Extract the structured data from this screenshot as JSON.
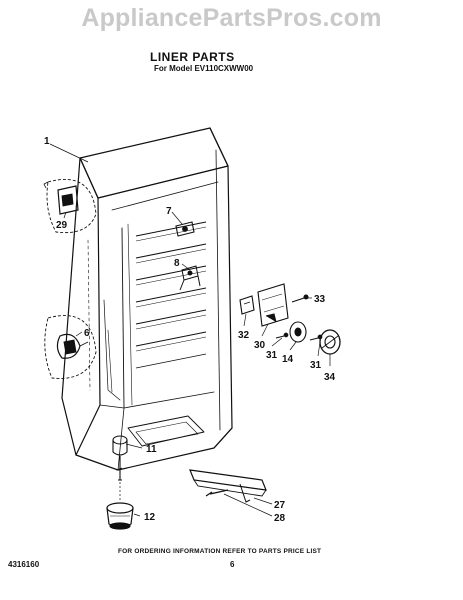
{
  "watermark": "AppliancePartsPros.com",
  "header": {
    "title": "LINER PARTS",
    "model_line": "For Model EV110CXWW00"
  },
  "callouts": [
    {
      "id": "c1",
      "label": "1"
    },
    {
      "id": "c29",
      "label": "29"
    },
    {
      "id": "c7",
      "label": "7"
    },
    {
      "id": "c8",
      "label": "8"
    },
    {
      "id": "c6",
      "label": "6"
    },
    {
      "id": "c33",
      "label": "33"
    },
    {
      "id": "c32",
      "label": "32"
    },
    {
      "id": "c30",
      "label": "30"
    },
    {
      "id": "c31a",
      "label": "31"
    },
    {
      "id": "c14",
      "label": "14"
    },
    {
      "id": "c31b",
      "label": "31"
    },
    {
      "id": "c34",
      "label": "34"
    },
    {
      "id": "c11",
      "label": "11"
    },
    {
      "id": "c12",
      "label": "12"
    },
    {
      "id": "c27",
      "label": "27"
    },
    {
      "id": "c28",
      "label": "28"
    }
  ],
  "footer": {
    "note": "FOR ORDERING INFORMATION REFER TO PARTS PRICE LIST",
    "doc_number": "4316160",
    "page_number": "6"
  }
}
